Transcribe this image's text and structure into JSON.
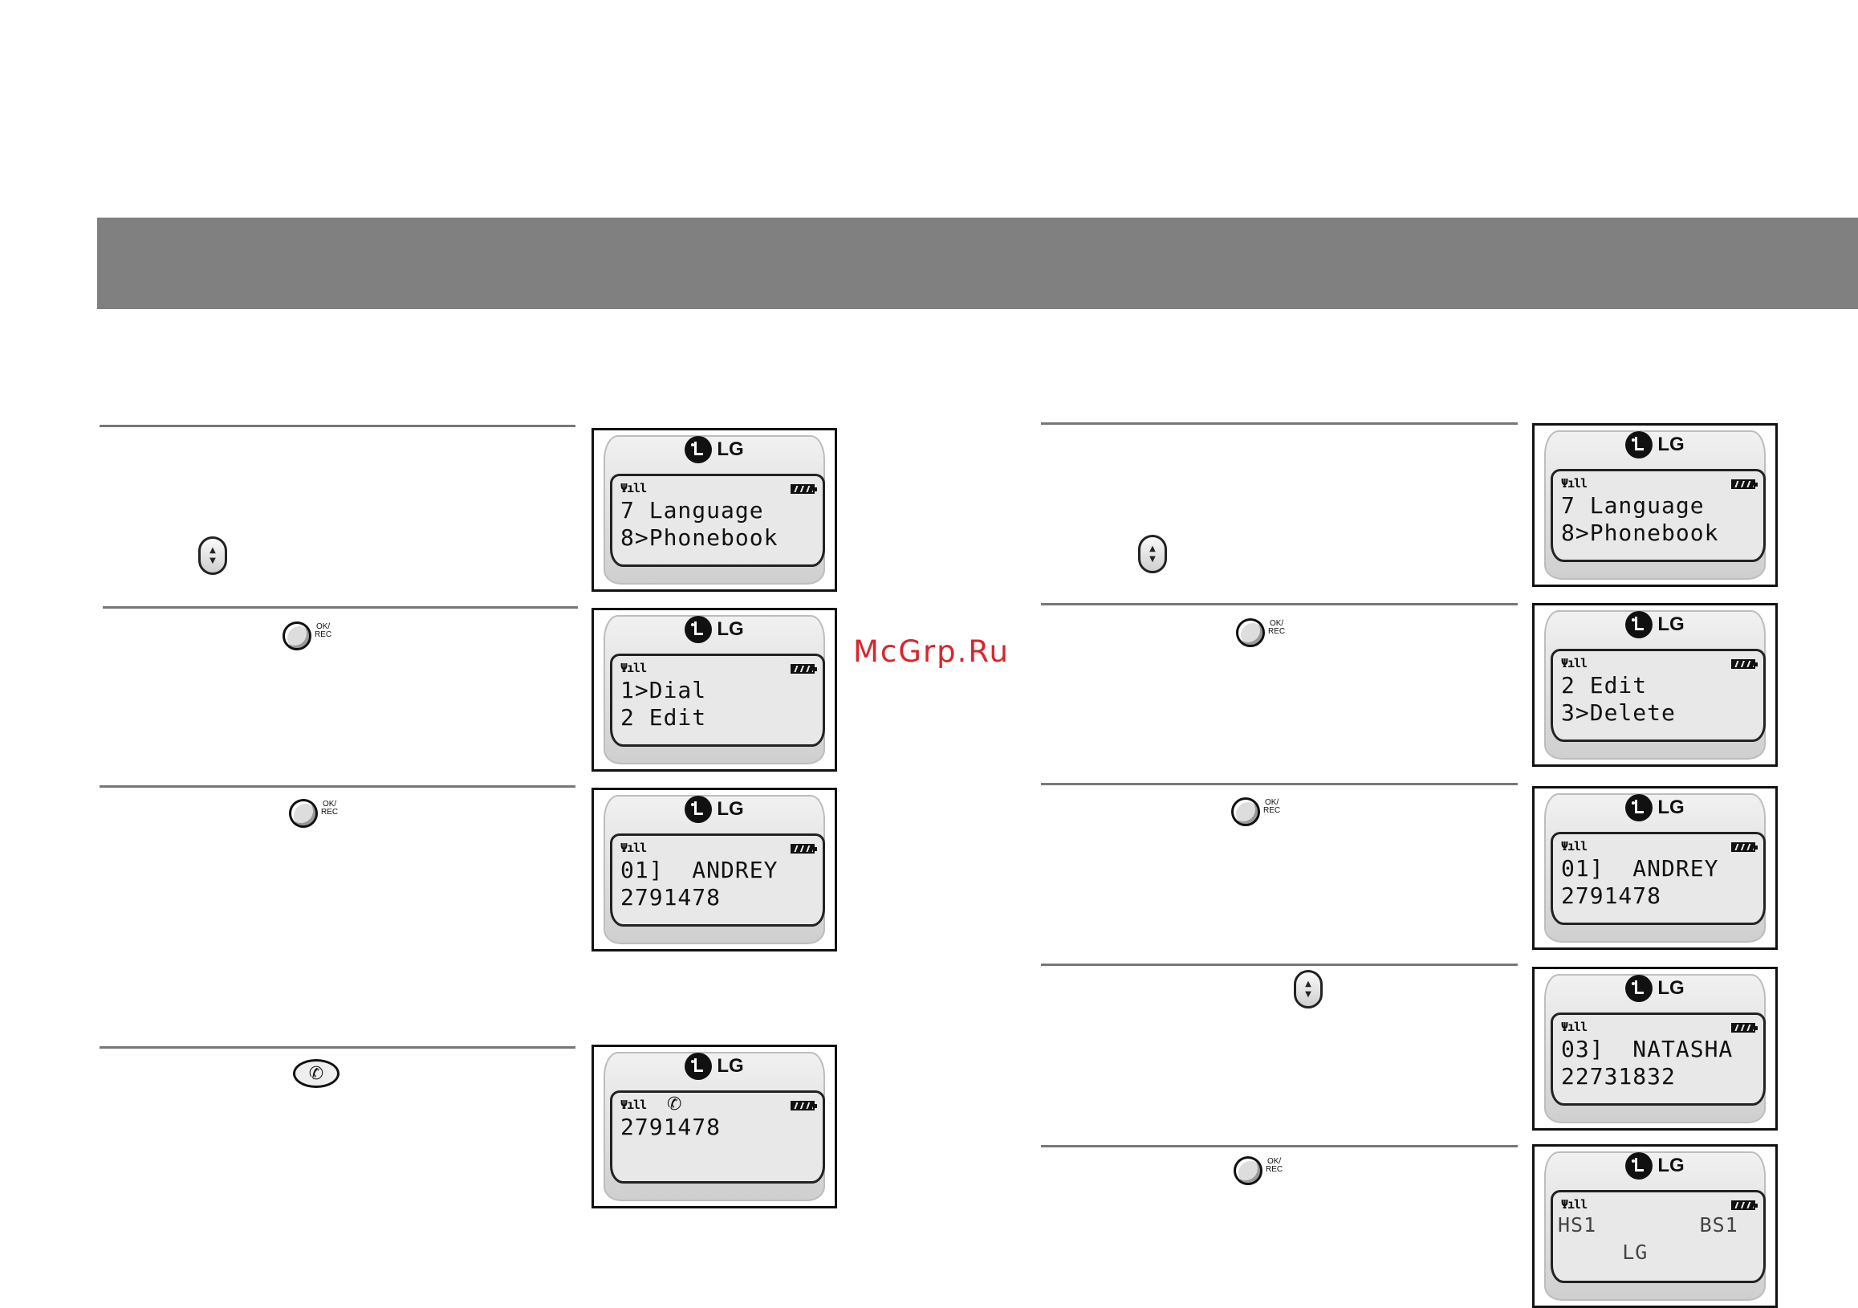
{
  "watermark": "McGrp.Ru",
  "brand": {
    "logo_text": "LG"
  },
  "keys": {
    "ok_label_top": "OK/",
    "ok_label_bottom": "REC",
    "nav_up": "▲",
    "nav_down": "▼"
  },
  "left_column": {
    "screens": [
      {
        "line1": "7 Language",
        "line2": "8>Phonebook"
      },
      {
        "line1": "1>Dial",
        "line2": "2 Edit"
      },
      {
        "line1": "01]  ANDREY",
        "line2": "2791478"
      },
      {
        "line1": "2791478",
        "line2": ""
      }
    ]
  },
  "right_column": {
    "screens": [
      {
        "line1": "7 Language",
        "line2": "8>Phonebook"
      },
      {
        "line1": "2 Edit",
        "line2": "3>Delete"
      },
      {
        "line1": "01]  ANDREY",
        "line2": "2791478"
      },
      {
        "line1": "03]  NATASHA",
        "line2": "22731832"
      },
      {
        "line1": "HS1        BS1",
        "line2": "     LG"
      }
    ]
  },
  "icons": {
    "signal": "signal-antenna-icon",
    "battery": "battery-icon",
    "call": "handset-icon"
  }
}
